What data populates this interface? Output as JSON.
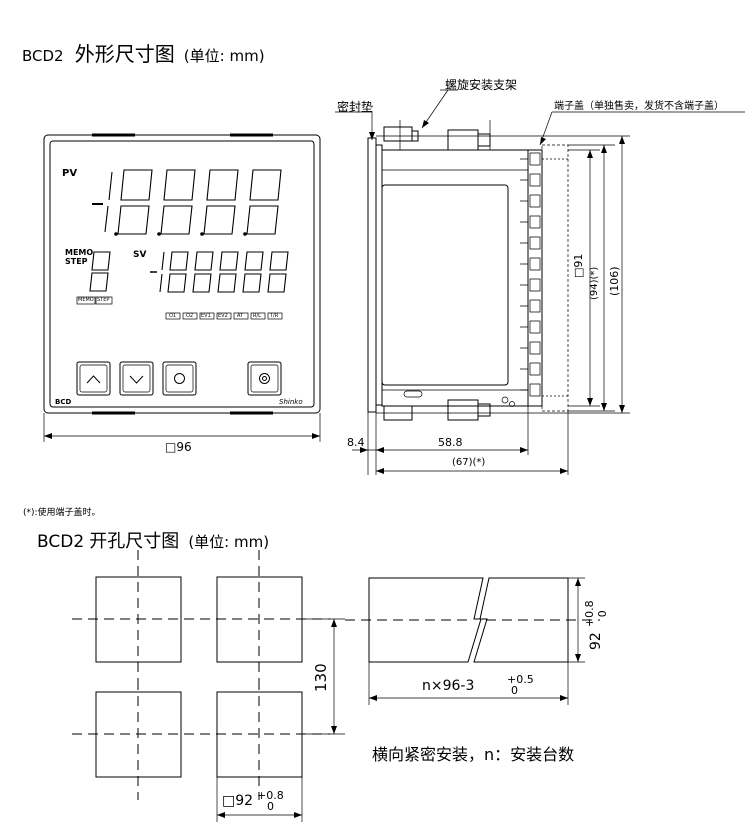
{
  "outline": {
    "title_model": "BCD2",
    "title_text": "外形尺寸图",
    "title_unit": "(单位: mm)",
    "front": {
      "pv_label": "PV",
      "pv_digits": "-1.8.8.8.8",
      "memo_label": "MEMO",
      "step_label": "STEP",
      "step_digit": "8",
      "sv_label": "SV",
      "sv_digits": "-1.8.8.8.8",
      "memo_tag": "MEMO",
      "step_tag": "STEP",
      "indicators": [
        "O1",
        "O2",
        "EV1",
        "EV2",
        "AT",
        "R/L",
        "T/R"
      ],
      "up_key": "up-arrow-key",
      "down_key": "down-arrow-key",
      "mode_key": "mode-key",
      "enter_key": "enter-key",
      "model_tag": "BCD",
      "brand_tag": "Shinko",
      "width_dim": "□96"
    },
    "side": {
      "gasket_label": "密封垫",
      "bracket_label": "螺旋安装支架",
      "cover_label": "端子盖（单独售卖，发货不含端子盖）",
      "dim_91": "□91",
      "dim_94": "(94)(*)",
      "dim_106": "(106)",
      "dim_8_4": "8.4",
      "dim_58_8": "58.8",
      "dim_67": "(67)(*)"
    },
    "footnote": "(*):使用端子盖时。"
  },
  "cutout": {
    "title_model": "BCD2",
    "title_text": "开孔尺寸图",
    "title_unit": "(单位: mm)",
    "dim_130": "130",
    "dim_92_square": "□92",
    "dim_92": "92",
    "tol_plus": "+0.8",
    "tol_zero": "0",
    "n_dim": "n×96-3",
    "n_tol_plus": "+0.5",
    "n_tol_zero": "0",
    "note": "横向紧密安装，n：安装台数"
  }
}
